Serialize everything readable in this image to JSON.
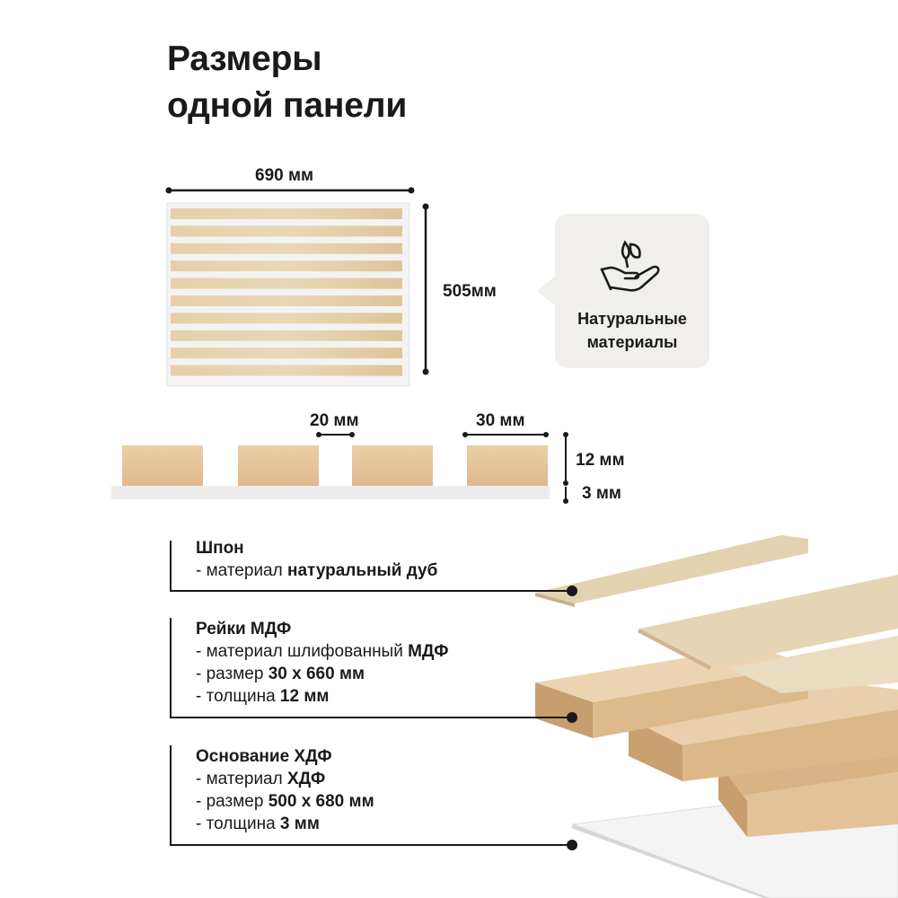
{
  "title": {
    "line1": "Размеры",
    "line2": "одной панели"
  },
  "panel": {
    "width_label": "690 мм",
    "height_label": "505мм"
  },
  "badge": {
    "icon": "hand-leaf-icon",
    "line1": "Натуральные",
    "line2": "материалы"
  },
  "profile": {
    "gap_label": "20 мм",
    "slat_width_label": "30 мм",
    "slat_height_label": "12 мм",
    "base_height_label": "3 мм"
  },
  "layers": [
    {
      "title": "Шпон",
      "lines": [
        {
          "prefix": "- материал ",
          "value": "натуральный дуб"
        }
      ]
    },
    {
      "title": "Рейки МДФ",
      "lines": [
        {
          "prefix": "- материал шлифованный ",
          "value": "МДФ"
        },
        {
          "prefix": "- размер ",
          "value": "30 х 660 мм"
        },
        {
          "prefix": "- толщина ",
          "value": "12 мм"
        }
      ]
    },
    {
      "title": "Основание ХДФ",
      "lines": [
        {
          "prefix": "- материал ",
          "value": "ХДФ"
        },
        {
          "prefix": "- размер ",
          "value": "500 х 680 мм"
        },
        {
          "prefix": "- толщина ",
          "value": "3 мм"
        }
      ]
    }
  ],
  "colors": {
    "veneer": "#e8d7b6",
    "mdf": "#e4c197",
    "base": "#ececec",
    "card": "#f1efec",
    "text": "#1a1a1a"
  }
}
